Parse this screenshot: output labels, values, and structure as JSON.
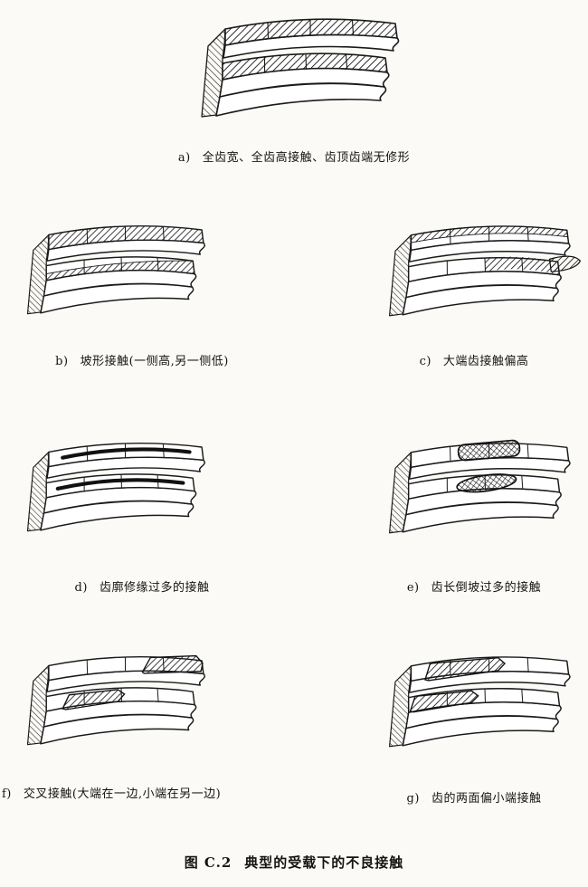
{
  "colors": {
    "ink": "#1a1a1a",
    "paper": "#fbfaf6"
  },
  "figure": {
    "number": "图 C.2",
    "title": "典型的受载下的不良接触",
    "panels": [
      {
        "id": "a",
        "label": "a)",
        "caption": "全齿宽、全齿高接触、齿顶齿端无修形",
        "variant": "full-width-full-height-contact"
      },
      {
        "id": "b",
        "label": "b)",
        "caption": "坡形接触(一侧高,另一侧低)",
        "variant": "tapered-contact"
      },
      {
        "id": "c",
        "label": "c)",
        "caption": "大端齿接触偏高",
        "variant": "high-contact-large-end"
      },
      {
        "id": "d",
        "label": "d)",
        "caption": "齿廓修缘过多的接触",
        "variant": "excess-profile-relief"
      },
      {
        "id": "e",
        "label": "e)",
        "caption": "齿长倒坡过多的接触",
        "variant": "excess-end-relief"
      },
      {
        "id": "f",
        "label": "f)",
        "caption": "交叉接触(大端在一边,小端在另一边)",
        "variant": "cross-contact"
      },
      {
        "id": "g",
        "label": "g)",
        "caption": "齿的两面偏小端接触",
        "variant": "both-flanks-small-end"
      }
    ]
  }
}
